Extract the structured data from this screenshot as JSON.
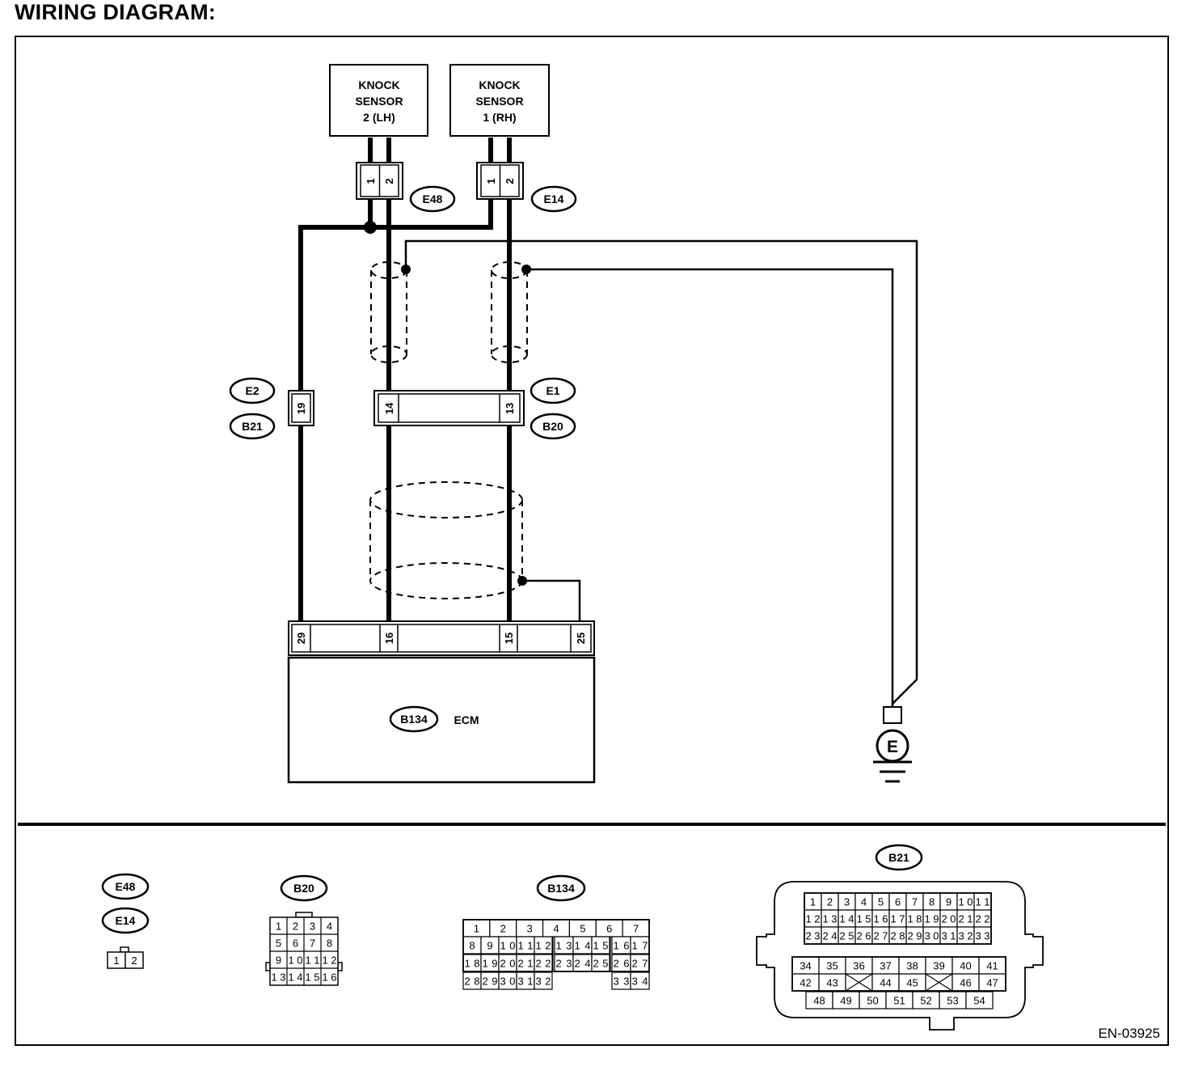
{
  "title": "WIRING DIAGRAM:",
  "components": {
    "knock_sensor_lh": {
      "lines": [
        "KNOCK",
        "SENSOR",
        "2 (LH)"
      ]
    },
    "knock_sensor_rh": {
      "lines": [
        "KNOCK",
        "SENSOR",
        "1 (RH)"
      ]
    },
    "ecm": {
      "connector": "B134",
      "label": "ECM"
    },
    "ground": {
      "label": "E"
    }
  },
  "connectors": {
    "e48": {
      "label": "E48",
      "pins": [
        "1",
        "2"
      ]
    },
    "e14": {
      "label": "E14",
      "pins": [
        "1",
        "2"
      ]
    },
    "e2_b21": {
      "labels": [
        "E2",
        "B21"
      ],
      "pin": "19"
    },
    "e1_b20": {
      "labels": [
        "E1",
        "B20"
      ],
      "pins": [
        "14",
        "13"
      ]
    },
    "ecm_pins": [
      "29",
      "16",
      "15",
      "25"
    ]
  },
  "legend": {
    "e48_e14": {
      "labels": [
        "E48",
        "E14"
      ],
      "pins": [
        "1",
        "2"
      ]
    },
    "b20": {
      "label": "B20",
      "rows": [
        [
          "1",
          "2",
          "3",
          "4"
        ],
        [
          "5",
          "6",
          "7",
          "8"
        ],
        [
          "9",
          "10",
          "11",
          "12"
        ],
        [
          "13",
          "14",
          "15",
          "16"
        ]
      ]
    },
    "b134": {
      "label": "B134",
      "row1": [
        "1",
        "2",
        "3",
        "4",
        "5",
        "6",
        "7"
      ],
      "row2": [
        "8",
        "9",
        "10",
        "11",
        "12",
        "13",
        "14",
        "15",
        "16",
        "17"
      ],
      "row3": [
        "18",
        "19",
        "20",
        "21",
        "22",
        "23",
        "24",
        "25",
        "26",
        "27"
      ],
      "row4_left": [
        "28",
        "29",
        "30",
        "31",
        "32"
      ],
      "row4_right": [
        "33",
        "34"
      ]
    },
    "b21": {
      "label": "B21",
      "top_rows": [
        [
          "1",
          "2",
          "3",
          "4",
          "5",
          "6",
          "7",
          "8",
          "9",
          "10",
          "11"
        ],
        [
          "12",
          "13",
          "14",
          "15",
          "16",
          "17",
          "18",
          "19",
          "20",
          "21",
          "22"
        ],
        [
          "23",
          "24",
          "25",
          "26",
          "27",
          "28",
          "29",
          "30",
          "31",
          "32",
          "33"
        ]
      ],
      "row4": [
        "34",
        "35",
        "36",
        "37",
        "38",
        "39",
        "40",
        "41"
      ],
      "row5": [
        "42",
        "43",
        "",
        "44",
        "45",
        "",
        "46",
        "47"
      ],
      "row6": [
        "48",
        "49",
        "50",
        "51",
        "52",
        "53",
        "54"
      ]
    }
  },
  "diagram_code": "EN-03925"
}
